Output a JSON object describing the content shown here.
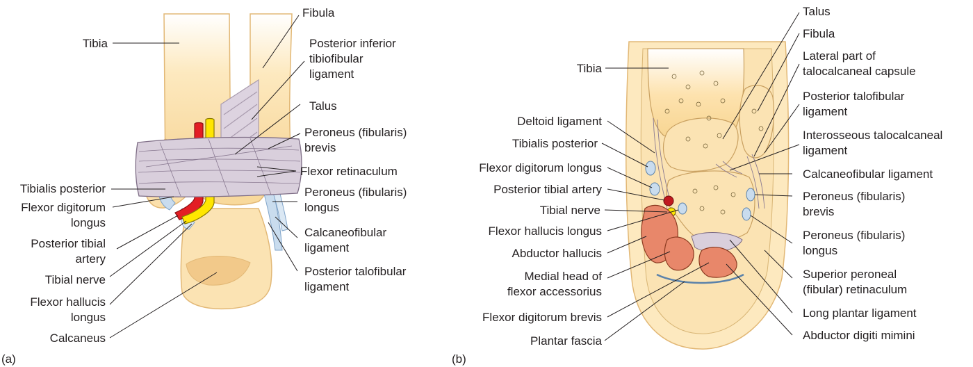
{
  "panel_a": {
    "caption": "(a)",
    "labels": {
      "tibia": "Tibia",
      "fibula": "Fibula",
      "posterior_inferior_tibiofibular_ligament": [
        "Posterior inferior",
        "tibiofibular",
        "ligament"
      ],
      "talus": "Talus",
      "peroneus_brevis": [
        "Peroneus (fibularis)",
        "brevis"
      ],
      "flexor_retinaculum": "Flexor retinaculum",
      "tibialis_posterior": "Tibialis posterior",
      "flexor_digitorum_longus": [
        "Flexor digitorum",
        "longus"
      ],
      "peroneus_longus": [
        "Peroneus (fibularis)",
        "longus"
      ],
      "posterior_tibial_artery": [
        "Posterior tibial",
        "artery"
      ],
      "calcaneofibular_ligament": [
        "Calcaneofibular",
        "ligament"
      ],
      "tibial_nerve": "Tibial nerve",
      "posterior_talofibular_ligament": [
        "Posterior talofibular",
        "ligament"
      ],
      "flexor_hallucis_longus": [
        "Flexor hallucis",
        "longus"
      ],
      "calcaneus": "Calcaneus"
    }
  },
  "panel_b": {
    "caption": "(b)",
    "labels": {
      "talus": "Talus",
      "fibula": "Fibula",
      "tibia": "Tibia",
      "lateral_part_talocalcaneal_capsule": [
        "Lateral part of",
        "talocalcaneal capsule"
      ],
      "posterior_talofibular_ligament": [
        "Posterior talofibular",
        "ligament"
      ],
      "deltoid_ligament": "Deltoid ligament",
      "tibialis_posterior": "Tibialis posterior",
      "interosseous_talocalcaneal_ligament": [
        "Interosseous talocalcaneal",
        "ligament"
      ],
      "flexor_digitorum_longus": "Flexor digitorum longus",
      "calcaneofibular_ligament": "Calcaneofibular ligament",
      "posterior_tibial_artery": "Posterior tibial artery",
      "peroneus_brevis": [
        "Peroneus (fibularis)",
        "brevis"
      ],
      "tibial_nerve": "Tibial nerve",
      "flexor_hallucis_longus": "Flexor hallucis longus",
      "peroneus_longus": [
        "Peroneus (fibularis)",
        "longus"
      ],
      "abductor_hallucis": "Abductor hallucis",
      "medial_head_flexor_accessorius": [
        "Medial head of",
        "flexor accessorius"
      ],
      "superior_peroneal_retinaculum": [
        "Superior peroneal",
        "(fibular) retinaculum"
      ],
      "long_plantar_ligament": "Long plantar ligament",
      "flexor_digitorum_brevis": "Flexor digitorum brevis",
      "abductor_digiti_mimini": "Abductor digiti mimini",
      "plantar_fascia": "Plantar fascia"
    }
  },
  "colors": {
    "bone": "#fbe3b3",
    "bone_edge": "#e8c47e",
    "ligament": "#d9cfdc",
    "retinaculum": "#cfc6d3",
    "muscle": "#e8876a",
    "artery": "#e31e24",
    "nerve": "#ffe600",
    "tendon": "#c9dcee",
    "skin": "#fde9bf"
  }
}
